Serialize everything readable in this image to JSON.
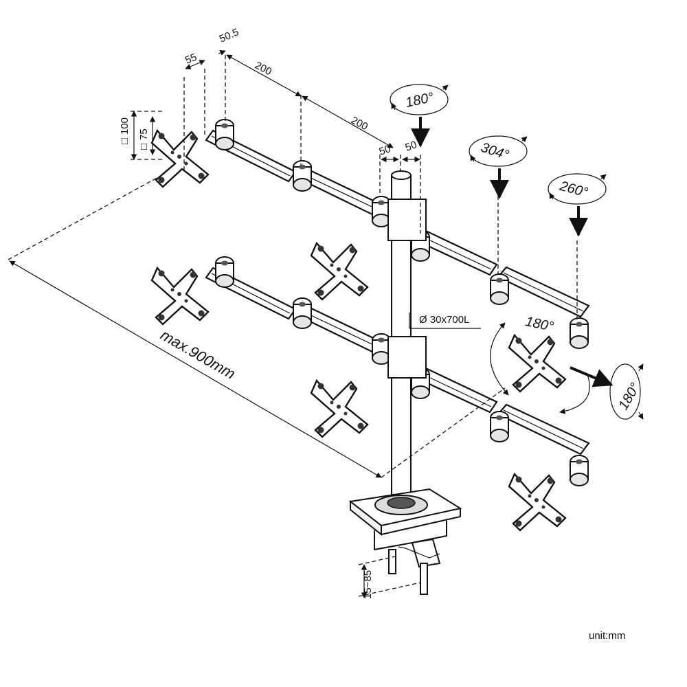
{
  "dimensions": {
    "offset_top": "50.5",
    "offset_left": "55",
    "arm_segment_1": "200",
    "arm_segment_2": "200",
    "pole_left": "50",
    "pole_right": "50",
    "vesa_large": "100",
    "vesa_small": "75",
    "vesa_large_prefix": "□",
    "vesa_small_prefix": "□",
    "pole_spec": "Ø 30x700L",
    "max_reach": "max.900mm",
    "desk_thickness": "15~85"
  },
  "rotations": {
    "top_arm": "180°",
    "middle_arm": "304°",
    "right_arm": "260°",
    "tilt": "180°",
    "swivel": "180°"
  },
  "unit_label": "unit:mm"
}
